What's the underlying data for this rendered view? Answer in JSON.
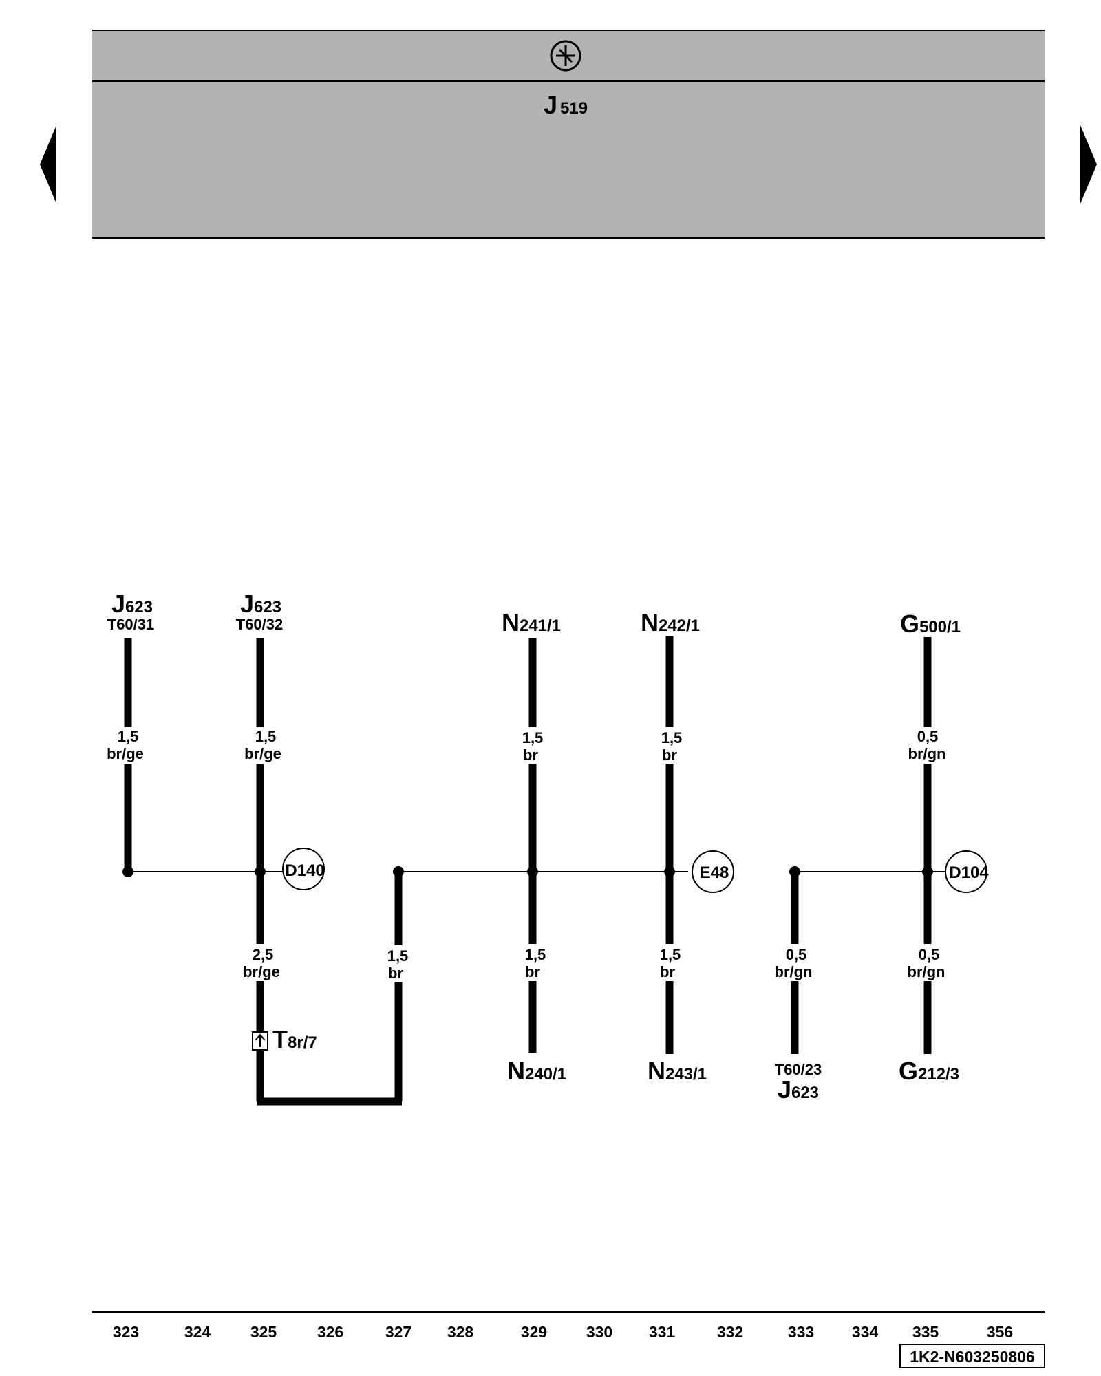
{
  "header": {
    "symbol_icon": "ground-symbol-icon",
    "module": {
      "letter": "J",
      "sub": "519"
    }
  },
  "nav": {
    "prev_icon": "triangle-left-icon",
    "next_icon": "triangle-right-icon"
  },
  "connectors": [
    {
      "letter": "J",
      "sub": "623",
      "pin": "T60/31"
    },
    {
      "letter": "J",
      "sub": "623",
      "pin": "T60/32"
    },
    {
      "letter": "N",
      "sub": "241/1"
    },
    {
      "letter": "N",
      "sub": "242/1"
    },
    {
      "letter": "G",
      "sub": "500/1"
    },
    {
      "letter": "N",
      "sub": "240/1"
    },
    {
      "letter": "N",
      "sub": "243/1"
    },
    {
      "letter": "J",
      "sub": "623",
      "pin": "T60/23"
    },
    {
      "letter": "G",
      "sub": "212/3"
    }
  ],
  "wires": [
    {
      "size": "1,5",
      "color": "br/ge"
    },
    {
      "size": "1,5",
      "color": "br/ge"
    },
    {
      "size": "1,5",
      "color": "br"
    },
    {
      "size": "1,5",
      "color": "br"
    },
    {
      "size": "0,5",
      "color": "br/gn"
    },
    {
      "size": "2,5",
      "color": "br/ge"
    },
    {
      "size": "1,5",
      "color": "br"
    },
    {
      "size": "1,5",
      "color": "br"
    },
    {
      "size": "1,5",
      "color": "br"
    },
    {
      "size": "0,5",
      "color": "br/gn"
    },
    {
      "size": "0,5",
      "color": "br/gn"
    }
  ],
  "splices": [
    "D140",
    "E48",
    "D104"
  ],
  "plug": {
    "icon": "connector-plug-icon",
    "letter": "T",
    "sub": "8r/7"
  },
  "footer": {
    "numbers": [
      "323",
      "324",
      "325",
      "326",
      "327",
      "328",
      "329",
      "330",
      "331",
      "332",
      "333",
      "334",
      "335",
      "356"
    ],
    "doc_id": "1K2-N603250806"
  },
  "colors": {
    "header_bg": "#b3b3b3",
    "line": "#000000",
    "page_bg": "#ffffff"
  }
}
